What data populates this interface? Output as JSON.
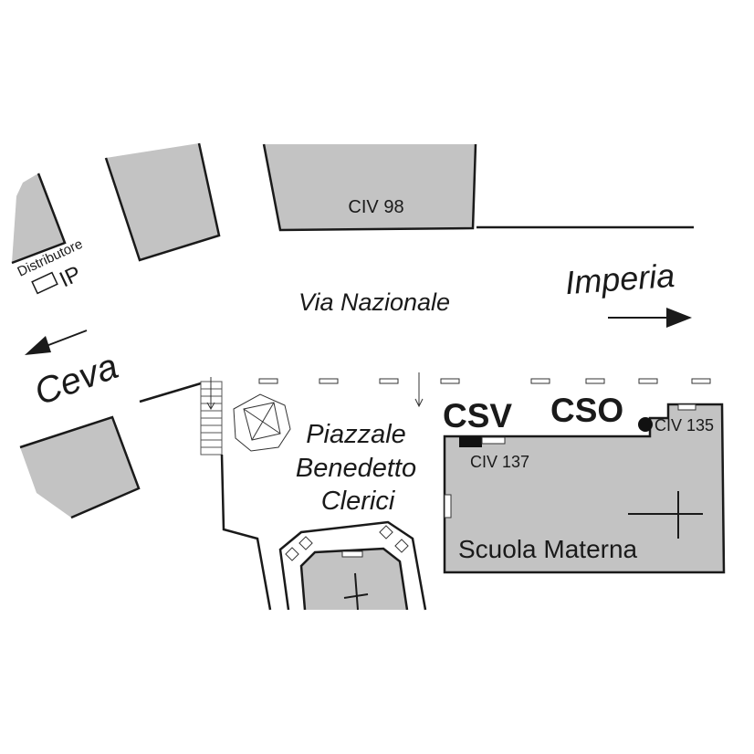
{
  "map": {
    "streets": {
      "main_street": "Via Nazionale",
      "square_line1": "Piazzale",
      "square_line2": "Benedetto",
      "square_line3": "Clerici"
    },
    "directions": {
      "east": "Imperia",
      "west": "Ceva"
    },
    "labels": {
      "fuel_station": "Distributore",
      "fuel_brand": "IP",
      "civ_98": "CIV 98",
      "civ_137": "CIV 137",
      "civ_135": "CIV 135",
      "csv": "CSV",
      "cso": "CSO",
      "school": "Scuola Materna"
    },
    "colors": {
      "building_fill": "#c3c3c3",
      "outline": "#1a1a1a"
    }
  }
}
